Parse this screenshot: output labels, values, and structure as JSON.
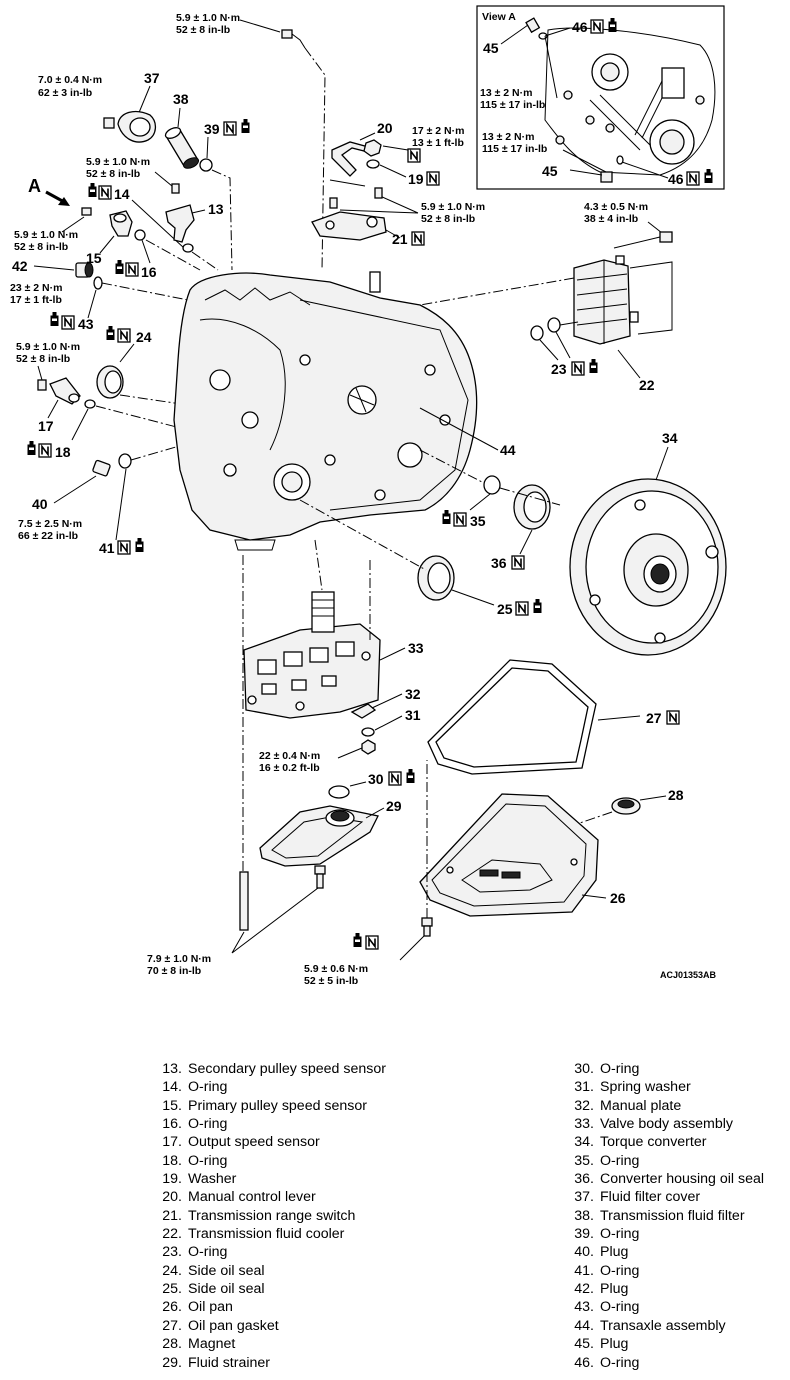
{
  "view_label": "View A",
  "arrow_label": "A",
  "image_code": "ACJ01353AB",
  "callouts": {
    "c13": "13",
    "c14": "14",
    "c15": "15",
    "c16": "16",
    "c17": "17",
    "c18": "18",
    "c19": "19",
    "c20": "20",
    "c21": "21",
    "c22": "22",
    "c23": "23",
    "c24": "24",
    "c25": "25",
    "c26": "26",
    "c27": "27",
    "c28": "28",
    "c29": "29",
    "c30": "30",
    "c31": "31",
    "c32": "32",
    "c33": "33",
    "c34": "34",
    "c35": "35",
    "c36": "36",
    "c37": "37",
    "c38": "38",
    "c39": "39",
    "c40": "40",
    "c41": "41",
    "c42": "42",
    "c43": "43",
    "c44": "44",
    "c45a": "45",
    "c45b": "45",
    "c46a": "46",
    "c46b": "46"
  },
  "torques": {
    "top_bolt": [
      "5.9 ± 1.0 N·m",
      "52 ± 8 in-lb"
    ],
    "filter_cover": [
      "7.0 ± 0.4 N·m",
      "62 ± 3 in-lb"
    ],
    "sensor13": [
      "5.9 ± 1.0 N·m",
      "52 ± 8 in-lb"
    ],
    "sensor15": [
      "5.9 ± 1.0 N·m",
      "52 ± 8 in-lb"
    ],
    "plug42": [
      "23 ± 2 N·m",
      "17 ± 1 ft-lb"
    ],
    "sensor17": [
      "5.9 ± 1.0 N·m",
      "52 ± 8 in-lb"
    ],
    "plug40": [
      "7.5 ± 2.5 N·m",
      "66 ± 22 in-lb"
    ],
    "lever_nut": [
      "17 ± 2 N·m",
      "13 ± 1 ft-lb"
    ],
    "range_switch": [
      "5.9 ± 1.0 N·m",
      "52 ± 8 in-lb"
    ],
    "cooler_bolt": [
      "4.3 ± 0.5 N·m",
      "38 ± 4 in-lb"
    ],
    "view_a_upper": [
      "13 ± 2 N·m",
      "115 ± 17 in-lb"
    ],
    "view_a_lower": [
      "13 ± 2 N·m",
      "115 ± 17 in-lb"
    ],
    "valve_body": [
      "22 ± 0.4 N·m",
      "16 ± 0.2 ft-lb"
    ],
    "strainer_bolt": [
      "7.9 ± 1.0 N·m",
      "70 ± 8 in-lb"
    ],
    "pan_bolt": [
      "5.9 ± 0.6 N·m",
      "52 ± 5 in-lb"
    ]
  },
  "legend_left": [
    {
      "num": "13.",
      "name": "Secondary pulley speed sensor"
    },
    {
      "num": "14.",
      "name": "O-ring"
    },
    {
      "num": "15.",
      "name": "Primary pulley speed sensor"
    },
    {
      "num": "16.",
      "name": "O-ring"
    },
    {
      "num": "17.",
      "name": "Output speed sensor"
    },
    {
      "num": "18.",
      "name": "O-ring"
    },
    {
      "num": "19.",
      "name": "Washer"
    },
    {
      "num": "20.",
      "name": "Manual control lever"
    },
    {
      "num": "21.",
      "name": "Transmission range switch"
    },
    {
      "num": "22.",
      "name": "Transmission fluid cooler"
    },
    {
      "num": "23.",
      "name": "O-ring"
    },
    {
      "num": "24.",
      "name": "Side oil seal"
    },
    {
      "num": "25.",
      "name": "Side oil seal"
    },
    {
      "num": "26.",
      "name": "Oil pan"
    },
    {
      "num": "27.",
      "name": "Oil pan gasket"
    },
    {
      "num": "28.",
      "name": "Magnet"
    },
    {
      "num": "29.",
      "name": "Fluid strainer"
    }
  ],
  "legend_right": [
    {
      "num": "30.",
      "name": "O-ring"
    },
    {
      "num": "31.",
      "name": "Spring washer"
    },
    {
      "num": "32.",
      "name": "Manual plate"
    },
    {
      "num": "33.",
      "name": "Valve body assembly"
    },
    {
      "num": "34.",
      "name": "Torque converter"
    },
    {
      "num": "35.",
      "name": "O-ring"
    },
    {
      "num": "36.",
      "name": "Converter housing oil seal"
    },
    {
      "num": "37.",
      "name": "Fluid filter cover"
    },
    {
      "num": "38.",
      "name": "Transmission fluid filter"
    },
    {
      "num": "39.",
      "name": "O-ring"
    },
    {
      "num": "40.",
      "name": "Plug"
    },
    {
      "num": "41.",
      "name": "O-ring"
    },
    {
      "num": "42.",
      "name": "Plug"
    },
    {
      "num": "43.",
      "name": "O-ring"
    },
    {
      "num": "44.",
      "name": "Transaxle assembly"
    },
    {
      "num": "45.",
      "name": "Plug"
    },
    {
      "num": "46.",
      "name": "O-ring"
    }
  ]
}
